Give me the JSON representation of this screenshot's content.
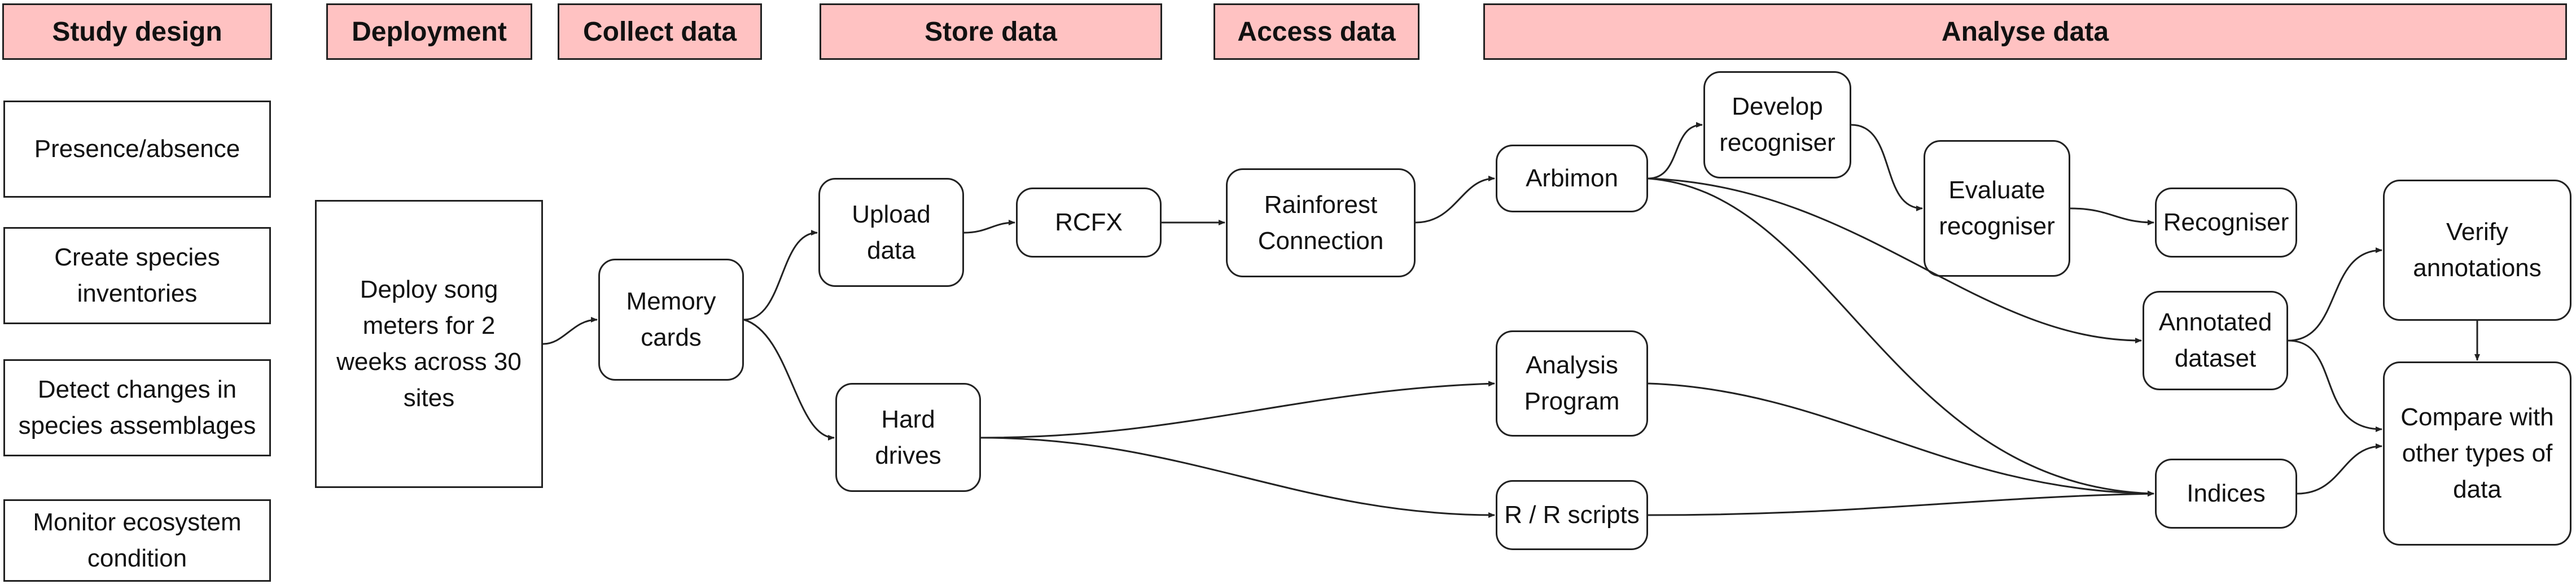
{
  "headers": {
    "study_design": "Study design",
    "deployment": "Deployment",
    "collect_data": "Collect data",
    "store_data": "Store data",
    "access_data": "Access data",
    "analyse_data": "Analyse data"
  },
  "study_design": {
    "presence_absence": "Presence/absence",
    "inventories": "Create species\ninventories",
    "detect_changes": "Detect changes in\nspecies assemblages",
    "monitor": "Monitor ecosystem\ncondition"
  },
  "nodes": {
    "deploy": "Deploy song\nmeters for 2\nweeks across 30\nsites",
    "memory_cards": "Memory\ncards",
    "upload_data": "Upload\ndata",
    "hard_drives": "Hard\ndrives",
    "rcfx": "RCFX",
    "rainforest_connection": "Rainforest\nConnection",
    "arbimon": "Arbimon",
    "analysis_program": "Analysis\nProgram",
    "r_scripts": "R / R scripts",
    "develop_recogniser": "Develop\nrecogniser",
    "evaluate_recogniser": "Evaluate\nrecogniser",
    "recogniser": "Recogniser",
    "annotated_dataset": "Annotated\ndataset",
    "indices": "Indices",
    "verify_annotations": "Verify\nannotations",
    "compare": "Compare with\nother types of\ndata"
  }
}
